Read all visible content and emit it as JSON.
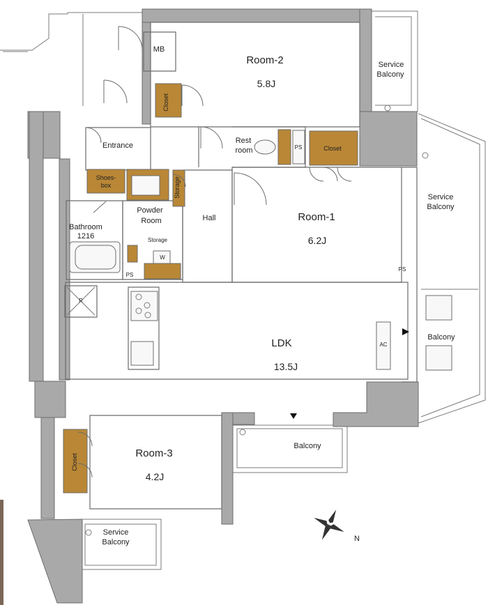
{
  "floorplan": {
    "rooms": [
      {
        "id": "room2",
        "label": "Room-2",
        "size": "5.8J"
      },
      {
        "id": "room1",
        "label": "Room-1",
        "size": "6.2J"
      },
      {
        "id": "ldk",
        "label": "LDK",
        "size": "13.5J"
      },
      {
        "id": "room3",
        "label": "Room-3",
        "size": "4.2J"
      }
    ],
    "labels": {
      "mb": "MB",
      "entrance": "Entrance",
      "rest_room_line1": "Rest",
      "rest_room_line2": "room",
      "ps": "PS",
      "closet": "Closet",
      "shoes_line1": "Shoes-",
      "shoes_line2": "box",
      "storage": "Storage",
      "powder_line1": "Powder",
      "powder_line2": "Room",
      "hall": "Hall",
      "bathroom_line1": "Bathroom",
      "bathroom_line2": "1216",
      "w": "W",
      "r": "R",
      "ac": "AC",
      "service_balcony_line1": "Service",
      "service_balcony_line2": "Balcony",
      "balcony": "Balcony",
      "compass_n": "N"
    }
  }
}
